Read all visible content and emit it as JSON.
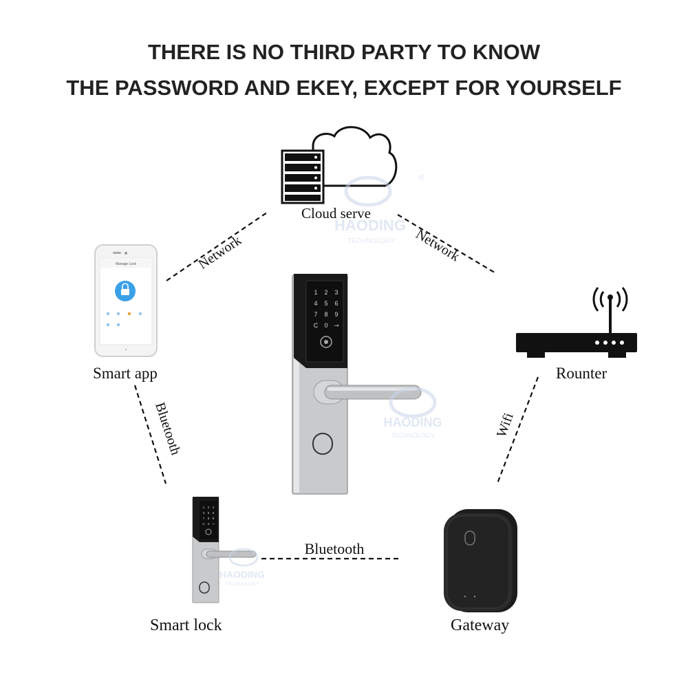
{
  "headline": {
    "line1": "THERE IS NO THIRD PARTY TO KNOW",
    "line2": "THE PASSWORD AND EKEY, EXCEPT FOR YOURSELF"
  },
  "nodes": {
    "cloud": "Cloud serve",
    "app": "Smart app",
    "router": "Rounter",
    "lock": "Smart lock",
    "gateway": "Gateway"
  },
  "links": {
    "app_cloud": "Network",
    "cloud_router": "Network",
    "app_lock": "Bluetooth",
    "router_gateway": "Wifi",
    "lock_gateway": "Bluetooth"
  },
  "phone": {
    "title": "Manage Lock"
  },
  "watermark": {
    "brand": "HAODING",
    "sub": "TECHNOLOGY",
    "reg": "®"
  },
  "keypad": [
    "1",
    "2",
    "3",
    "4",
    "5",
    "6",
    "7",
    "8",
    "9",
    "C",
    "0",
    "⊸"
  ],
  "colors": {
    "text": "#222222",
    "lock_black": "#1a1a1a",
    "steel": "#c8c9cb",
    "phone_blue": "#3aa0e8",
    "watermark": "#c9d6ea"
  }
}
